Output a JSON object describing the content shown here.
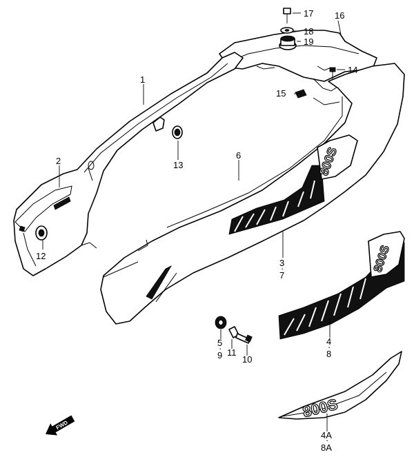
{
  "diagram": {
    "callouts": {
      "c1": "1",
      "c2": "2",
      "c3": "3",
      "c6": "6",
      "c7": "7",
      "c4": "4",
      "c8": "8",
      "c4a": "4A",
      "c8a": "8A",
      "c5": "5",
      "c9": "9",
      "c10": "10",
      "c11": "11",
      "c12": "12",
      "c13": "13",
      "c14": "14",
      "c15": "15",
      "c16": "16",
      "c17": "17",
      "c18": "18",
      "c19": "19"
    },
    "decal_text": {
      "model_badge": "800S",
      "badge_upper": "800S",
      "badge_decal": "800S"
    },
    "fwd_arrow_text": "FWD"
  }
}
